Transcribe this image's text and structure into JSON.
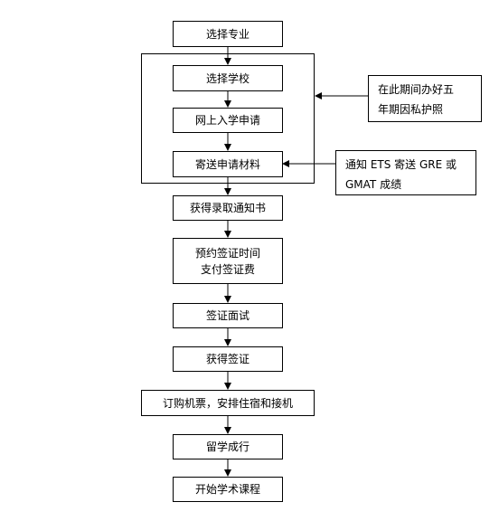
{
  "steps": {
    "s1": "选择专业",
    "s2": "选择学校",
    "s3": "网上入学申请",
    "s4": "寄送申请材料",
    "s5": "获得录取通知书",
    "s6": {
      "line1": "预约签证时间",
      "line2": "支付签证费"
    },
    "s7": "签证面试",
    "s8": "获得签证",
    "s9": "订购机票，安排住宿和接机",
    "s10": "留学成行",
    "s11": "开始学术课程"
  },
  "notes": {
    "passport": {
      "line1": "在此期间办好五",
      "line2": "年期因私护照"
    },
    "scores": {
      "line1": "通知 ETS 寄送 GRE 或",
      "line2": "GMAT 成绩"
    }
  }
}
